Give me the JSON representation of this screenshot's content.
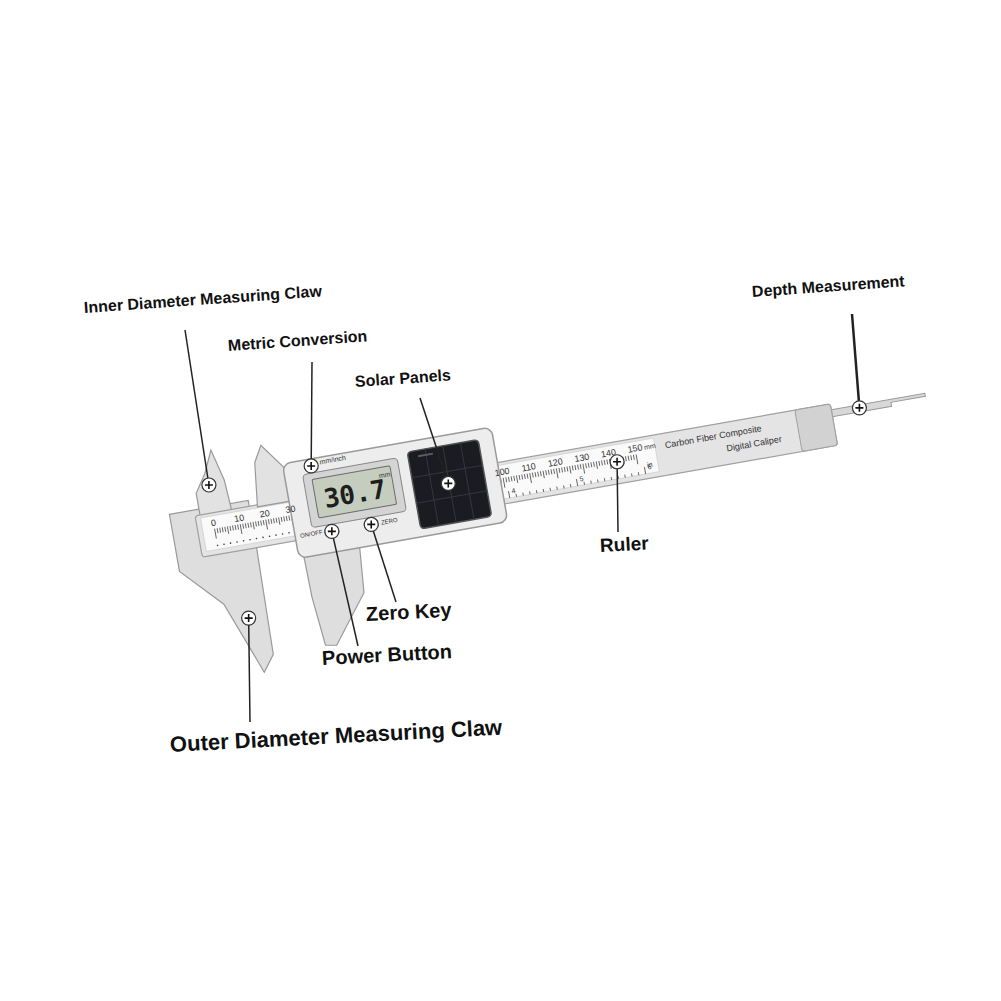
{
  "diagram": {
    "nodes": [
      {
        "text": [
          "30.7",
          "mm"
        ]
      }
    ],
    "labels": [
      "Inner Diameter Measuring Claw",
      "Metric Conversion",
      "Solar Panels",
      "Depth Measurement",
      "Ruler",
      "Zero Key",
      "Power Button",
      "Outer Diameter Measuring Claw",
      "mm/inch",
      "ON/OFF",
      "ZERO",
      "0",
      "10",
      "20",
      "30",
      "100",
      "110",
      "120",
      "130",
      "140",
      "150",
      "4",
      "5",
      "6",
      "mm",
      "in",
      "Carbon Fiber Composite",
      "Digital Caliper"
    ]
  }
}
